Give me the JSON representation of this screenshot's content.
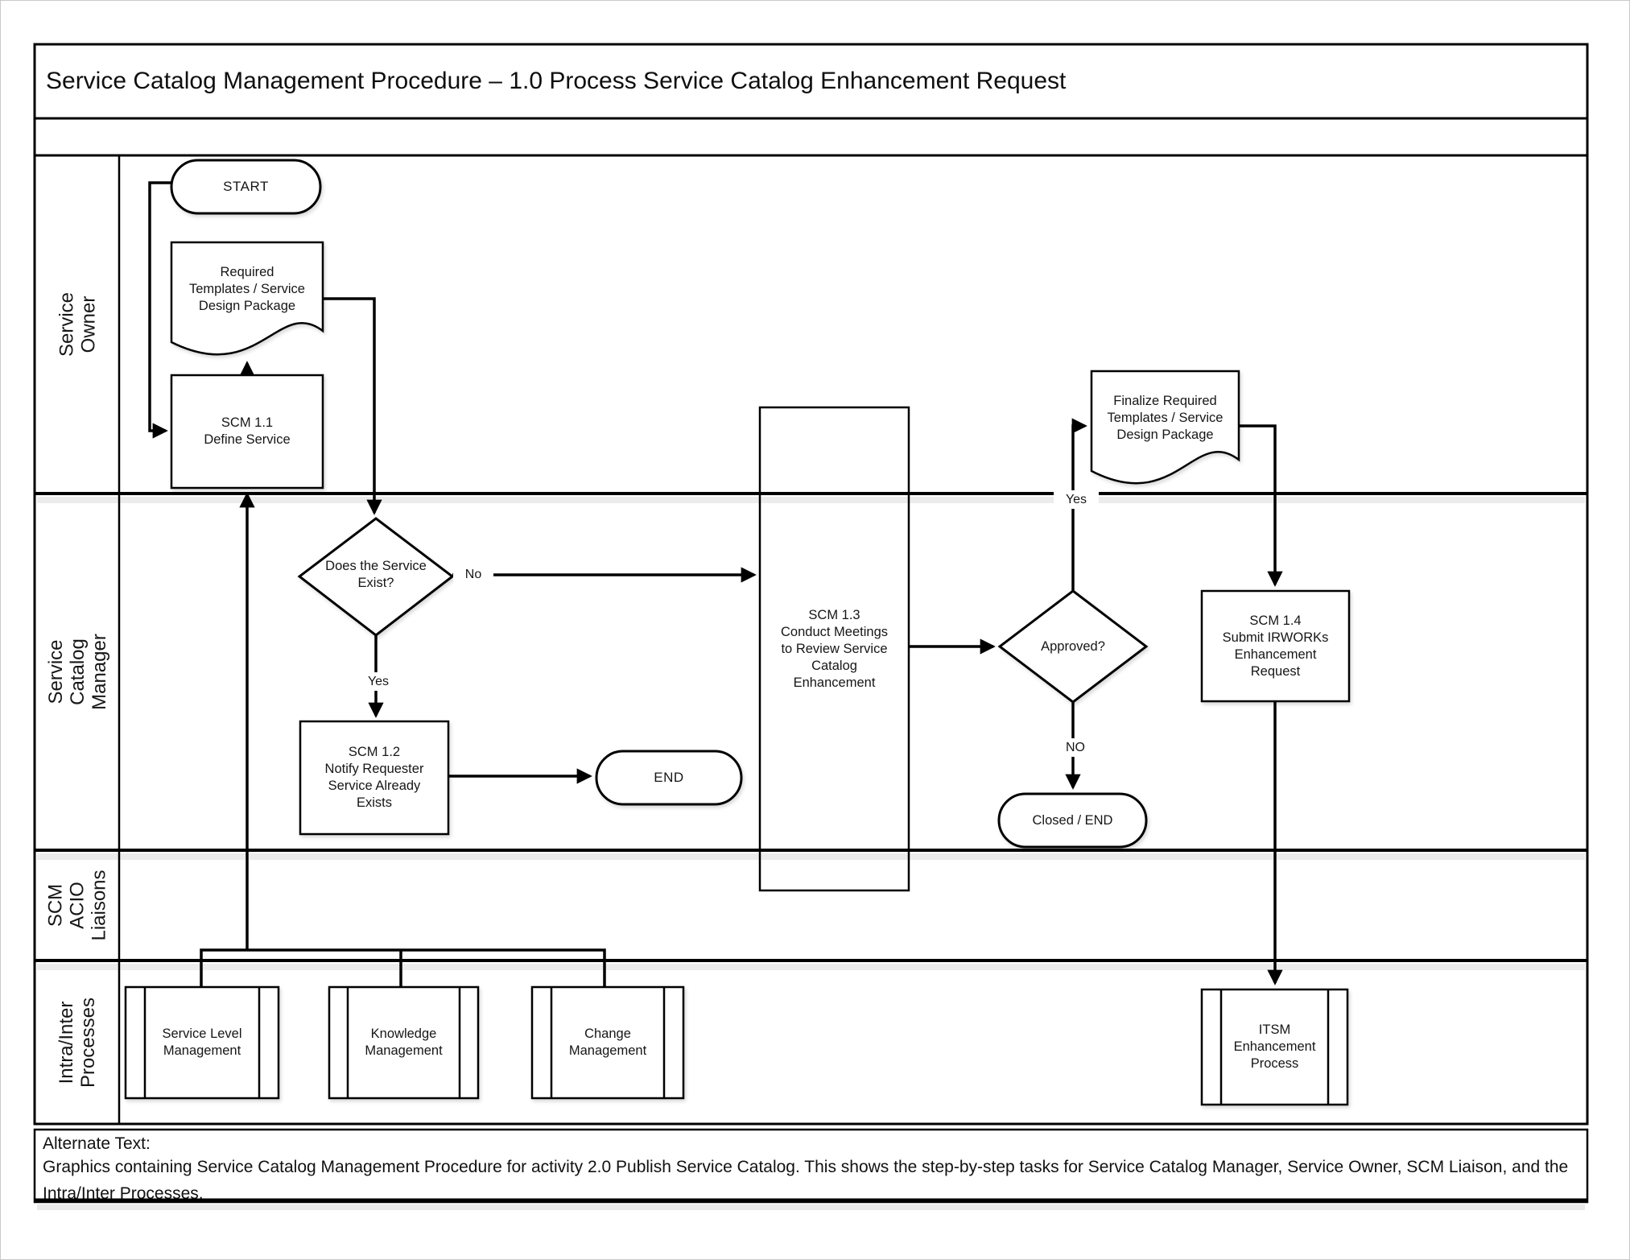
{
  "title": "Service Catalog Management Procedure – 1.0 Process Service Catalog Enhancement Request",
  "lanes": {
    "service_owner": "Service Owner",
    "service_catalog_manager": "Service Catalog Manager",
    "scm_acio_liaisons": "SCM\nACIO\nLiaisons",
    "intra_inter_processes": "Intra/Inter\nProcesses"
  },
  "nodes": {
    "start": "START",
    "required_templates_doc": "Required\nTemplates / Service\nDesign Package",
    "scm_1_1": "SCM 1.1\nDefine Service",
    "does_service_exist": "Does the Service\nExist?",
    "scm_1_2": "SCM 1.2\nNotify Requester\nService Already\nExists",
    "end": "END",
    "scm_1_3": "SCM 1.3\nConduct Meetings\nto Review Service\nCatalog\nEnhancement",
    "approved": "Approved?",
    "closed_end": "Closed / END",
    "finalize_templates_doc": "Finalize Required\nTemplates / Service\nDesign Package",
    "scm_1_4": "SCM 1.4\nSubmit IRWORKs\nEnhancement\nRequest",
    "service_level_management": "Service Level\nManagement",
    "knowledge_management": "Knowledge\nManagement",
    "change_management": "Change\nManagement",
    "itsm_enhancement_process": "ITSM\nEnhancement\nProcess"
  },
  "edge_labels": {
    "exist_no": "No",
    "exist_yes": "Yes",
    "approved_yes": "Yes",
    "approved_no": "NO"
  },
  "alt_text": {
    "heading": "Alternate Text:",
    "body": "Graphics containing Service Catalog Management Procedure for activity 2.0 Publish Service Catalog. This shows the step-by-step tasks for Service Catalog Manager, Service Owner, SCM Liaison, and the Intra/Inter Processes."
  },
  "colors": {
    "line": "#000000",
    "background": "#ffffff",
    "lane_shadow": "#ececec"
  }
}
